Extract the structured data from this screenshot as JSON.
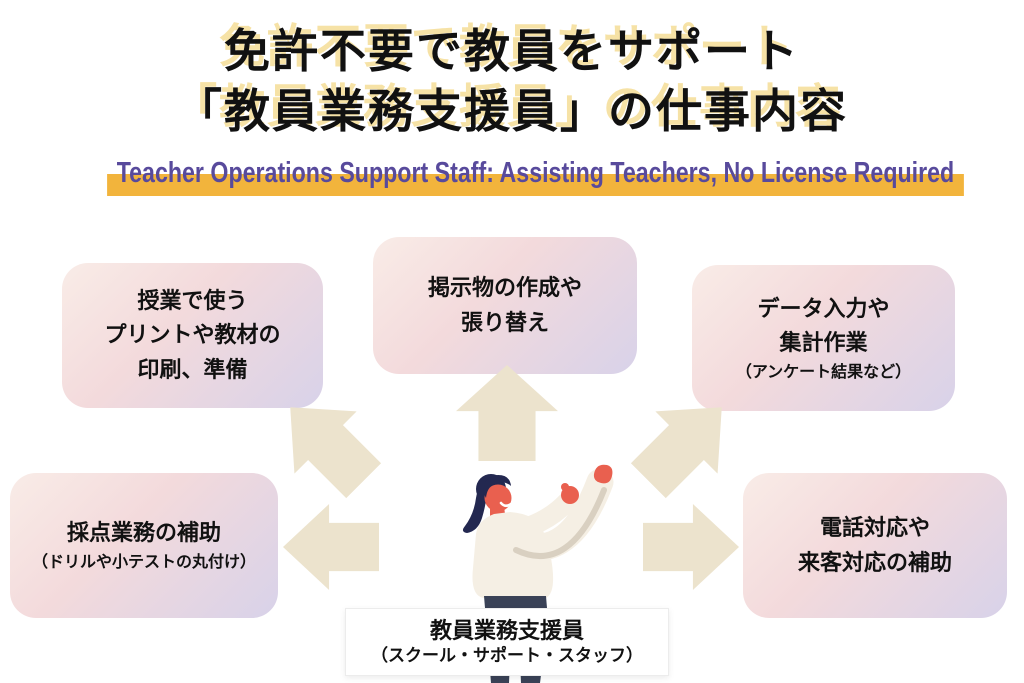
{
  "title": {
    "line1": "免許不要で教員をサポート",
    "line2": "「教員業務支援員」の仕事内容",
    "text_color": "#111111",
    "shadow_color": "#f6e2a6"
  },
  "subtitle": {
    "text": "Teacher Operations Support Staff: Assisting Teachers, No License Required",
    "text_color": "#584a9c",
    "highlight_color": "#f2b43c"
  },
  "boxes": [
    {
      "id": "print",
      "lines": [
        "授業で使う",
        "プリントや教材の",
        "印刷、準備"
      ],
      "note": ""
    },
    {
      "id": "posting",
      "lines": [
        "掲示物の作成や",
        "張り替え"
      ],
      "note": ""
    },
    {
      "id": "data-entry",
      "lines": [
        "データ入力や",
        "集計作業"
      ],
      "note": "（アンケート結果など）"
    },
    {
      "id": "grading",
      "lines": [
        "採点業務の補助"
      ],
      "note": "（ドリルや小テストの丸付け）"
    },
    {
      "id": "phone",
      "lines": [
        "電話対応や",
        "来客対応の補助"
      ],
      "note": ""
    }
  ],
  "center_label": {
    "line1": "教員業務支援員",
    "line2": "（スクール・サポート・スタッフ）"
  },
  "illustration": "woman-arms-raised",
  "colors": {
    "arrow": "#ece3cd",
    "box_gradient_start": "#f9ece7",
    "box_gradient_mid": "#f3dadc",
    "box_gradient_end": "#d8d2e9",
    "skin": "#e9604f",
    "hair": "#232850",
    "shirt": "#f5efe4",
    "shirt_shadow": "#d9d0c1",
    "pants": "#3a4257",
    "smile": "#ffffff"
  }
}
